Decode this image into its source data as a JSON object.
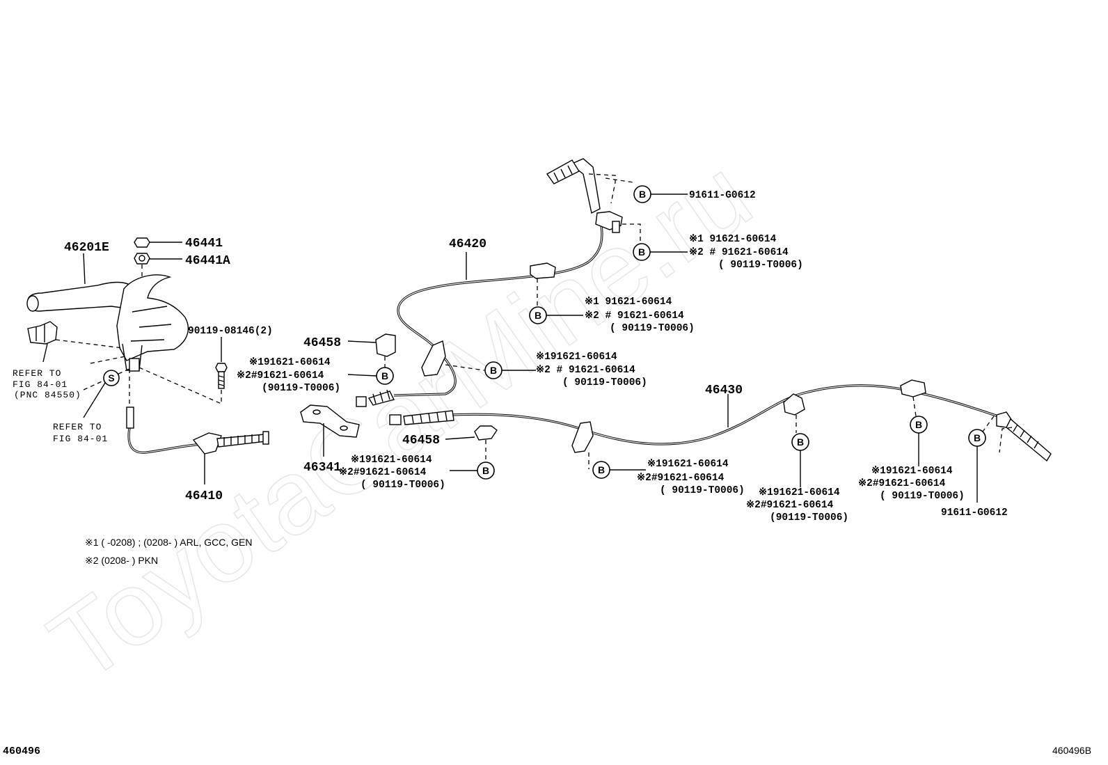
{
  "watermark": "ToyotaCarMine.ru",
  "figure_id_left": "460496",
  "figure_id_right": "460496B",
  "callout_letter_b": "B",
  "callout_letter_s": "S",
  "parts": {
    "p46201E": "46201E",
    "p46441": "46441",
    "p46441A": "46441A",
    "p46420": "46420",
    "p46458_upper": "46458",
    "p46458_lower": "46458",
    "p46341": "46341",
    "p46410": "46410",
    "p46430": "46430",
    "bolt": "90119-08146(2)",
    "top_right_91611": "91611-G0612",
    "bottom_right_91611": "91611-G0612"
  },
  "refer": {
    "ref1_line1": "REFER TO",
    "ref1_line2": "FIG 84-01",
    "ref1_line3": "(PNC 84550)",
    "ref2_line1": "REFER TO",
    "ref2_line2": "FIG 84-01"
  },
  "callout_groups": {
    "g_top_right": [
      "※1 91621-60614",
      "※2 # 91621-60614",
      "( 90119-T0006)"
    ],
    "g_46420_mid": [
      "※1 91621-60614",
      "※2 # 91621-60614",
      "( 90119-T0006)"
    ],
    "g_46420_low": [
      "※191621-60614",
      "※2 # 91621-60614",
      "( 90119-T0006)"
    ],
    "g_46458_upper": [
      "※191621-60614",
      "※2#91621-60614",
      "(90119-T0006)"
    ],
    "g_46458_lower": [
      "※191621-60614",
      "※2#91621-60614",
      "( 90119-T0006)"
    ],
    "g_46430_left": [
      "※191621-60614",
      "※2#91621-60614",
      "( 90119-T0006)"
    ],
    "g_46430_mid": [
      "※191621-60614",
      "※2#91621-60614",
      "(90119-T0006)"
    ],
    "g_46430_right": [
      "※191621-60614",
      "※2#91621-60614",
      "( 90119-T0006)"
    ]
  },
  "notes": {
    "note1": "※1 (       -0208) ; (0208-       ) ARL, GCC, GEN",
    "note2": "※2 (0208-       ) PKN"
  }
}
